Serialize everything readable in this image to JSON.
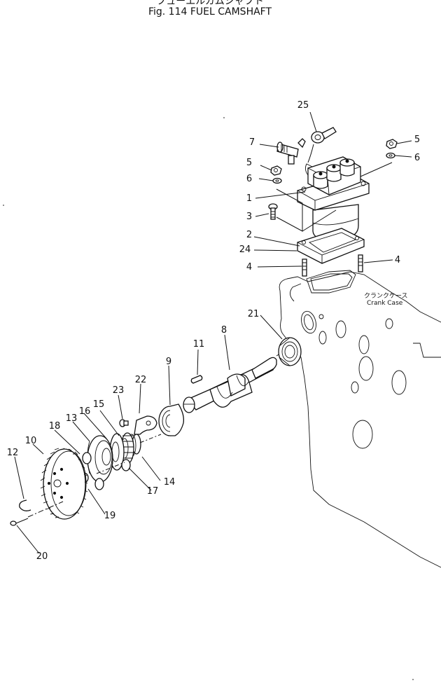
{
  "header": {
    "title_jp": "フューエルカムシャフト",
    "title": "Fig. 114  FUEL  CAMSHAFT"
  },
  "crankcase": {
    "label_jp": "クランクケース",
    "label_en": "Crank Case"
  },
  "callouts": {
    "p1": "1",
    "p2": "2",
    "p3": "3",
    "p4a": "4",
    "p4b": "4",
    "p5a": "5",
    "p5b": "5",
    "p6a": "6",
    "p6b": "6",
    "p7": "7",
    "p8": "8",
    "p9": "9",
    "p10": "10",
    "p11": "11",
    "p12": "12",
    "p13": "13",
    "p14": "14",
    "p15": "15",
    "p16": "16",
    "p17": "17",
    "p18": "18",
    "p19": "19",
    "p20": "20",
    "p21": "21",
    "p22": "22",
    "p23": "23",
    "p24": "24",
    "p25": "25"
  }
}
